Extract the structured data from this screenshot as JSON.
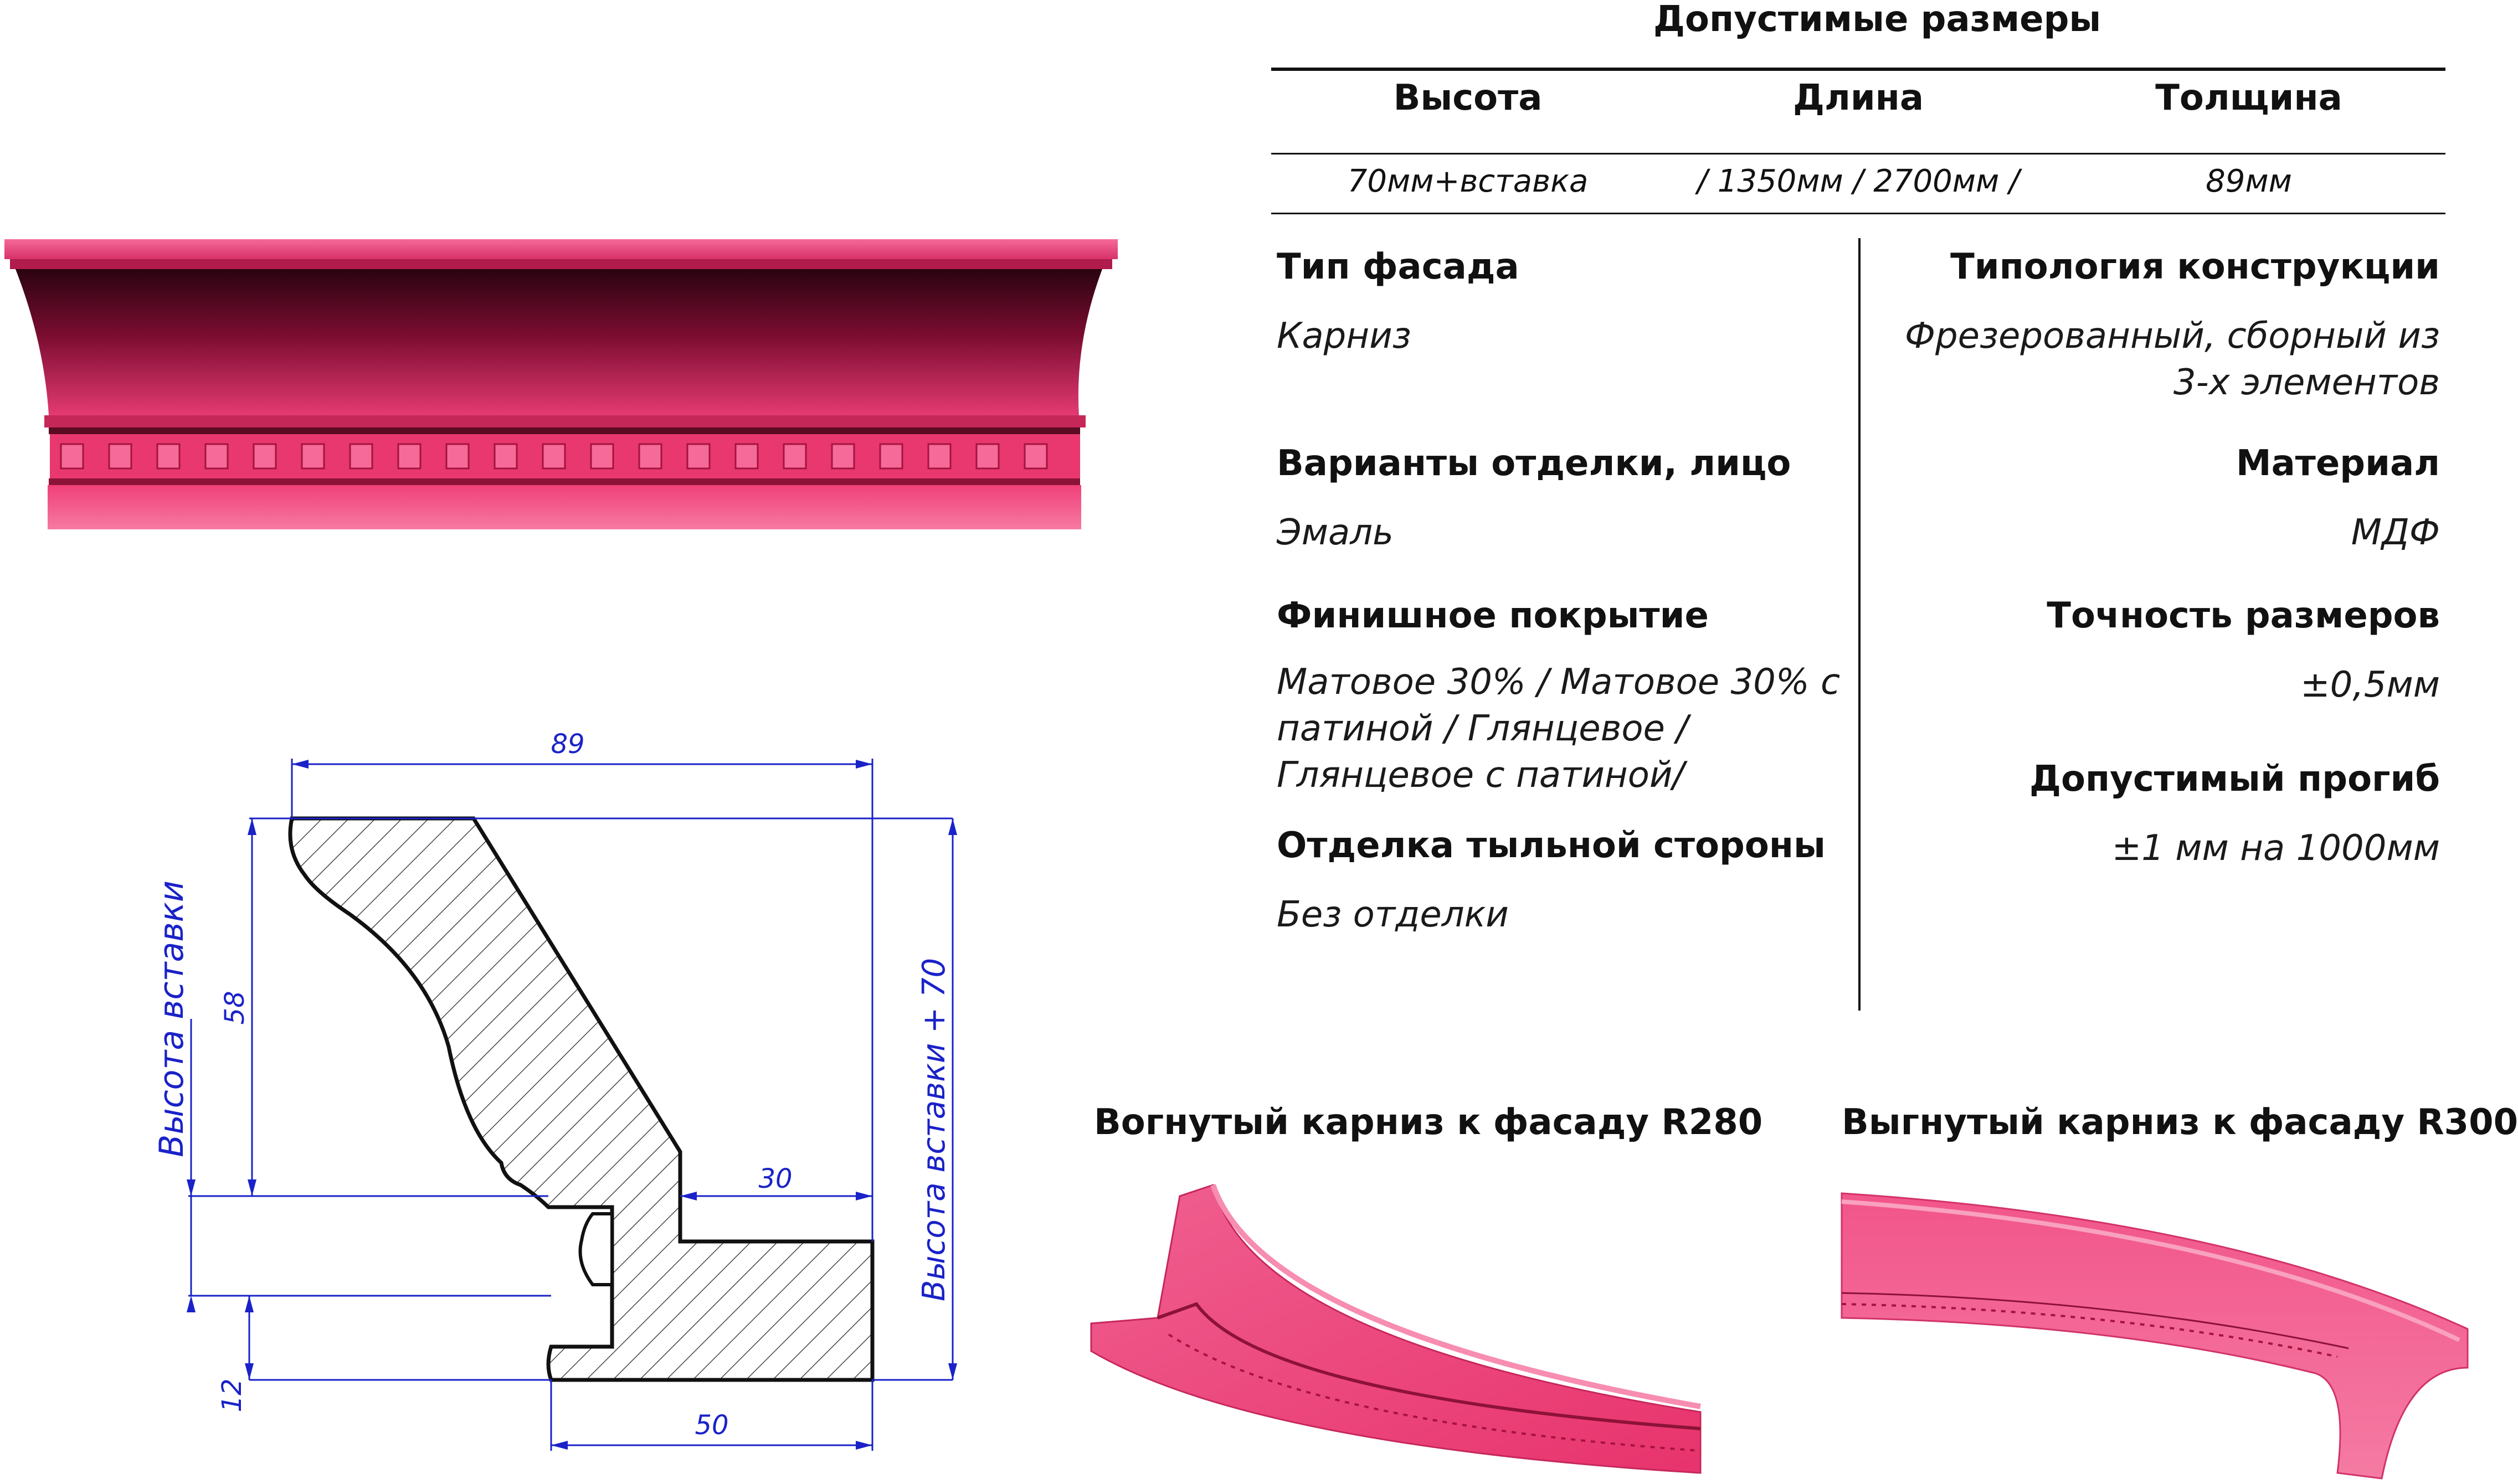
{
  "table": {
    "title": "Допустимые размеры",
    "columns": [
      {
        "header": "Высота",
        "value": "70мм+вставка"
      },
      {
        "header": "Длина",
        "value": "/ 1350мм / 2700мм /"
      },
      {
        "header": "Толщина",
        "value": "89мм"
      }
    ]
  },
  "specs": {
    "left": [
      {
        "label": "Тип фасада",
        "value": "Карниз"
      },
      {
        "label": "Варианты отделки, лицо",
        "value": "Эмаль"
      },
      {
        "label": "Финишное покрытие",
        "value": "Матовое 30% / Матовое 30% с патиной / Глянцевое / Глянцевое с патиной/"
      },
      {
        "label": "Отделка тыльной стороны",
        "value": "Без отделки"
      }
    ],
    "right": [
      {
        "label": "Типология конструкции",
        "value": "Фрезерованный, сборный из 3-х элементов"
      },
      {
        "label": "Материал",
        "value": "МДФ"
      },
      {
        "label": "Точность размеров",
        "value": "±0,5мм"
      },
      {
        "label": "Допустимый прогиб",
        "value": "±1 мм на 1000мм"
      }
    ]
  },
  "drawing": {
    "dim_width": "89",
    "dim_58": "58",
    "dim_30": "30",
    "dim_12": "12",
    "dim_50": "50",
    "label_insert": "Высота вставки",
    "label_insert_plus": "Высота вставки + 70"
  },
  "captions": {
    "concave": "Вогнутый карниз к фасаду R280",
    "convex": "Выгнутый карниз к фасаду R300"
  },
  "colors": {
    "pink": "#f0407a",
    "pink_light": "#f56a98",
    "dark": "#3a0514",
    "dim_blue": "#1a22c8"
  }
}
